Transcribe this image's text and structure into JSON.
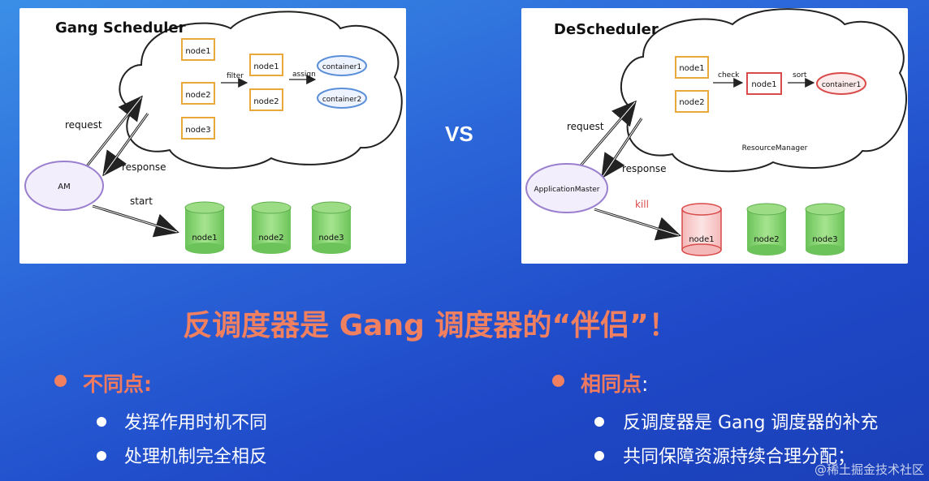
{
  "left_diagram": {
    "title": "Gang Scheduler",
    "nodes_col1": [
      "node1",
      "node2",
      "node3"
    ],
    "filter_label": "filter",
    "nodes_col2": [
      "node1",
      "node2"
    ],
    "assign_label": "assign",
    "containers": [
      "container1",
      "container2"
    ],
    "request_label": "request",
    "response_label": "response",
    "start_label": "start",
    "am_label": "AM",
    "cylinders": [
      "node1",
      "node2",
      "node3"
    ]
  },
  "vs_label": "VS",
  "right_diagram": {
    "title": "DeScheduler",
    "nodes_col1": [
      "node1",
      "node2"
    ],
    "check_label": "check",
    "selected_node": "node1",
    "sort_label": "sort",
    "container": "container1",
    "resource_manager": "ResourceManager",
    "request_label": "request",
    "response_label": "response",
    "app_master_label": "ApplicationMaster",
    "kill_label": "kill",
    "cylinders": [
      "node1",
      "node2",
      "node3"
    ]
  },
  "headline": "反调度器是 Gang 调度器的“伴侣”！",
  "differences": {
    "title": "不同点",
    "colon": ":",
    "items": [
      "发挥作用时机不同",
      "处理机制完全相反"
    ]
  },
  "similarities": {
    "title": "相同点",
    "colon": ":",
    "items": [
      "反调度器是 Gang 调度器的补充",
      "共同保障资源持续合理分配；"
    ]
  },
  "watermark": "@稀土掘金技术社区",
  "colors": {
    "yellow_box": "#e8a93a",
    "blue_oval": "#5a8fd8",
    "purple_oval": "#9a7fcf",
    "green_cyl": "#7ccf6a",
    "red": "#d94a4a",
    "accent": "#f08060"
  }
}
